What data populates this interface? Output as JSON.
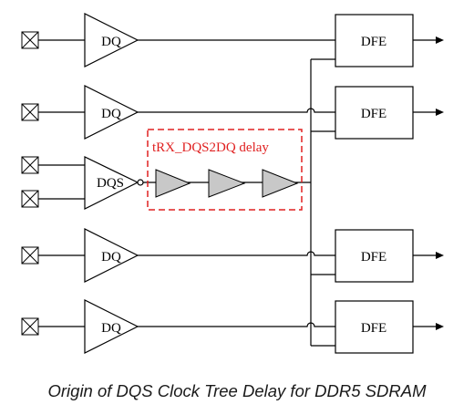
{
  "diagram": {
    "dq_label": "DQ",
    "dqs_label": "DQS",
    "dfe_label": "DFE",
    "delay_label": "tRX_DQS2DQ delay",
    "delay_color": "#e02020",
    "buffer_fill": "#c8c8c8",
    "line_color": "#000000"
  },
  "caption": "Origin of DQS Clock Tree Delay for DDR5 SDRAM"
}
